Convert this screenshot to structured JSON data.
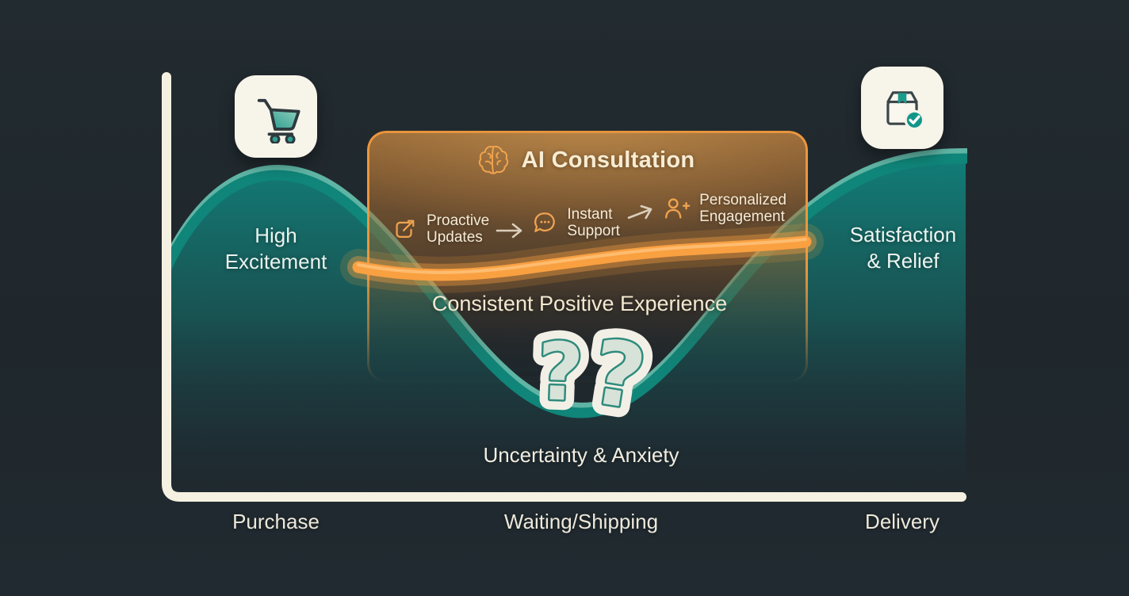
{
  "diagram_title_implicit": "Customer emotional journey from Purchase to Delivery with AI consultation keeping experience positive",
  "journey": {
    "start_emotion": {
      "line1": "High",
      "line2": "Excitement"
    },
    "dip_emotion": "Uncertainty & Anxiety",
    "end_emotion": {
      "line1": "Satisfaction",
      "line2": "& Relief"
    },
    "question_marks": {
      "left": "?",
      "right": "?"
    },
    "curve_color": "#108579",
    "curve_highlight_color": "#63bcab"
  },
  "stages": [
    "Purchase",
    "Waiting/Shipping",
    "Delivery"
  ],
  "stage_icons": {
    "purchase": "shopping-cart-icon",
    "delivery": "package-check-icon"
  },
  "ai_panel": {
    "title": "AI Consultation",
    "title_icon": "brain-icon",
    "steps": [
      {
        "icon": "calendar-export-icon",
        "line1": "Proactive",
        "line2": "Updates"
      },
      {
        "icon": "chat-dots-icon",
        "line1": "Instant",
        "line2": "Support"
      },
      {
        "icon": "user-plus-icon",
        "line1": "Personalized",
        "line2": "Engagement"
      }
    ],
    "wave_caption": "Consistent Positive Experience",
    "border_color": "#f19a3e",
    "wave_color": "#f9a041",
    "icon_color": "#f0a34f"
  },
  "axis": {
    "color": "#f5f1e2"
  },
  "background_color": "#1f272c"
}
